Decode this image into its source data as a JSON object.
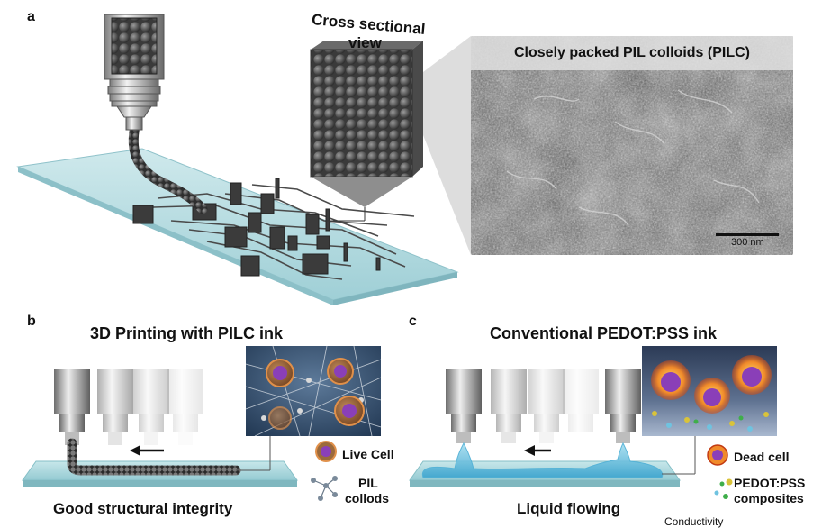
{
  "panel_a": {
    "letter": "a",
    "cross_section_title_line1": "Cross sectional",
    "cross_section_title_line2": "view",
    "sem_title": "Closely packed PIL colloids (PILC)",
    "scale_bar_label": "300 nm"
  },
  "panel_b": {
    "letter": "b",
    "title": "3D Printing with PILC ink",
    "caption": "Good structural integrity",
    "legend_live_cell": "Live Cell",
    "legend_pil_line1": "PIL",
    "legend_pil_line2": "collods"
  },
  "panel_c": {
    "letter": "c",
    "title": "Conventional PEDOT:PSS ink",
    "caption": "Liquid flowing",
    "legend_dead_cell": "Dead cell",
    "legend_pedot_line1": "PEDOT:PSS",
    "legend_pedot_line2": "composites",
    "cut_off_text": "Conductivity"
  },
  "colors": {
    "substrate": "#a9d6dc",
    "ink_dark": "#3a3a3a",
    "liquid": "#6fc3e0",
    "sem_gray": "#5a5a5a",
    "cell_orange": "#e07a2a",
    "cell_purple": "#8a3fb8"
  }
}
